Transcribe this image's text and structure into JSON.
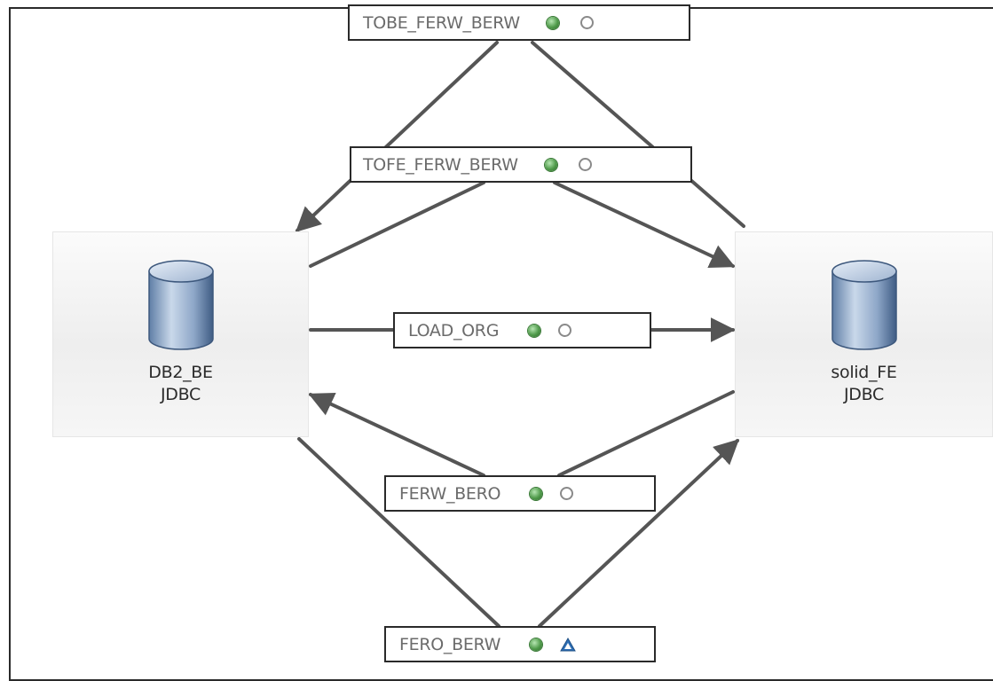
{
  "diagram": {
    "databases": [
      {
        "id": "db2_be",
        "name": "DB2_BE",
        "type": "JDBC"
      },
      {
        "id": "solid_fe",
        "name": "solid_FE",
        "type": "JDBC"
      }
    ],
    "jobs": [
      {
        "id": "tobe_ferw_berw",
        "label": "TOBE_FERW_BERW",
        "status": "green",
        "secondary": "empty-circle"
      },
      {
        "id": "tofe_ferw_berw",
        "label": "TOFE_FERW_BERW",
        "status": "green",
        "secondary": "empty-circle"
      },
      {
        "id": "load_org",
        "label": "LOAD_ORG",
        "status": "green",
        "secondary": "empty-circle"
      },
      {
        "id": "ferw_bero",
        "label": "FERW_BERO",
        "status": "green",
        "secondary": "empty-circle"
      },
      {
        "id": "fero_berw",
        "label": "FERO_BERW",
        "status": "green",
        "secondary": "warning-triangle"
      }
    ],
    "edges": [
      {
        "job": "tobe_ferw_berw",
        "from": "solid_FE",
        "to": "DB2_BE"
      },
      {
        "job": "tofe_ferw_berw",
        "from": "DB2_BE",
        "to": "solid_FE"
      },
      {
        "job": "load_org",
        "from": "DB2_BE",
        "to": "solid_FE"
      },
      {
        "job": "ferw_bero",
        "from": "solid_FE",
        "to": "DB2_BE"
      },
      {
        "job": "fero_berw",
        "from": "DB2_BE",
        "to": "solid_FE"
      }
    ],
    "colors": {
      "line": "#555555",
      "status_green": "#4f9a4a",
      "warning_blue": "#2f6fb4",
      "db_body": "#8ea7c8"
    },
    "icons": {
      "database": "database-cylinder-icon",
      "status": "green-status-dot-icon",
      "secondary": "empty-circle-icon",
      "warning": "warning-triangle-icon"
    }
  }
}
